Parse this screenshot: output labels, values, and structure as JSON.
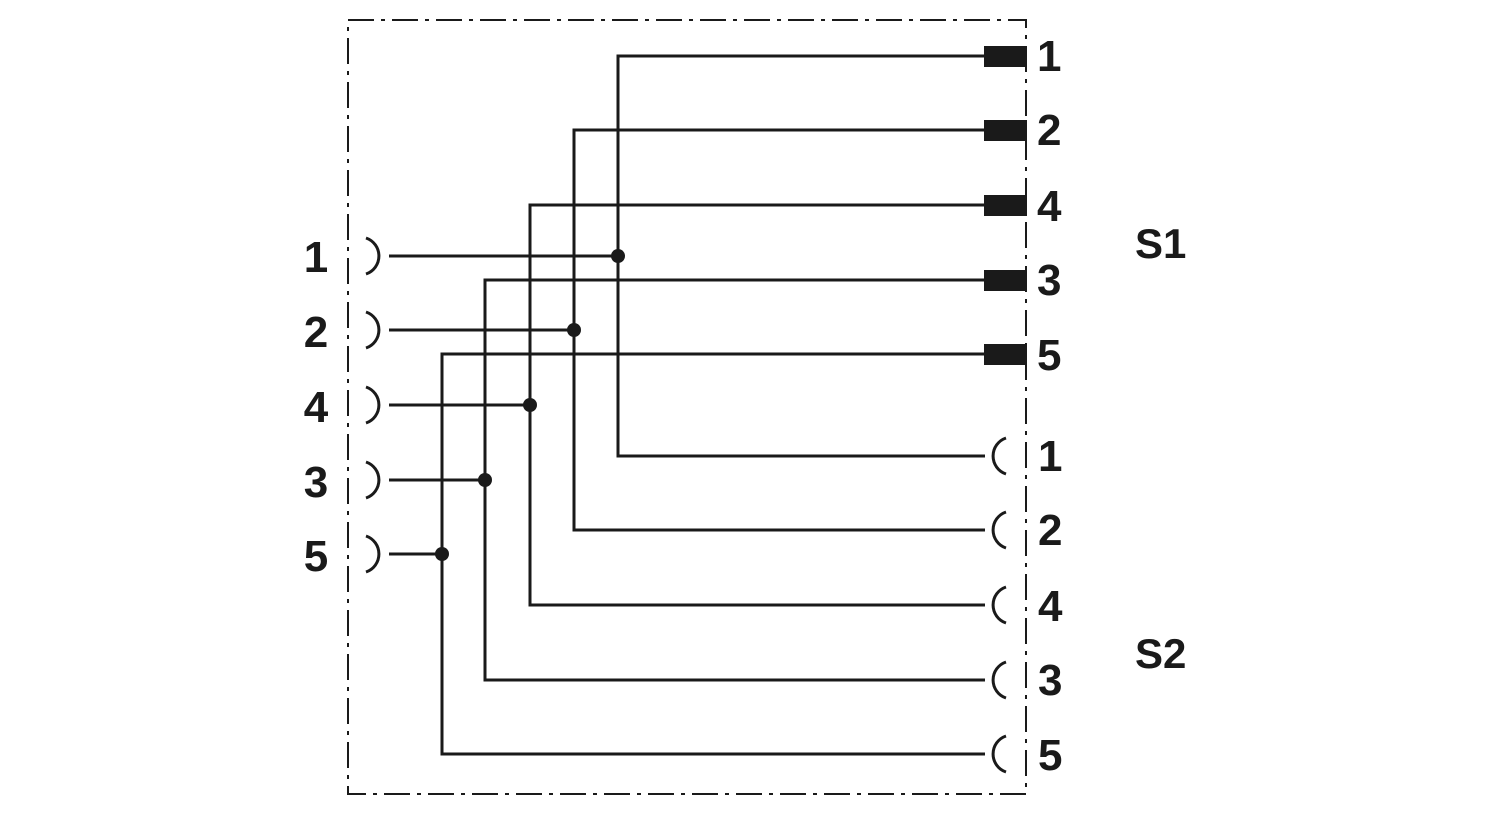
{
  "left_connector": {
    "pins": [
      "1",
      "2",
      "4",
      "3",
      "5"
    ]
  },
  "right_connectors": [
    {
      "label": "S1",
      "kind": "plug",
      "pins": [
        "1",
        "2",
        "4",
        "3",
        "5"
      ]
    },
    {
      "label": "S2",
      "kind": "socket",
      "pins": [
        "1",
        "2",
        "4",
        "3",
        "5"
      ]
    }
  ],
  "colors": {
    "ink": "#1a1a1a",
    "background": "#ffffff"
  }
}
